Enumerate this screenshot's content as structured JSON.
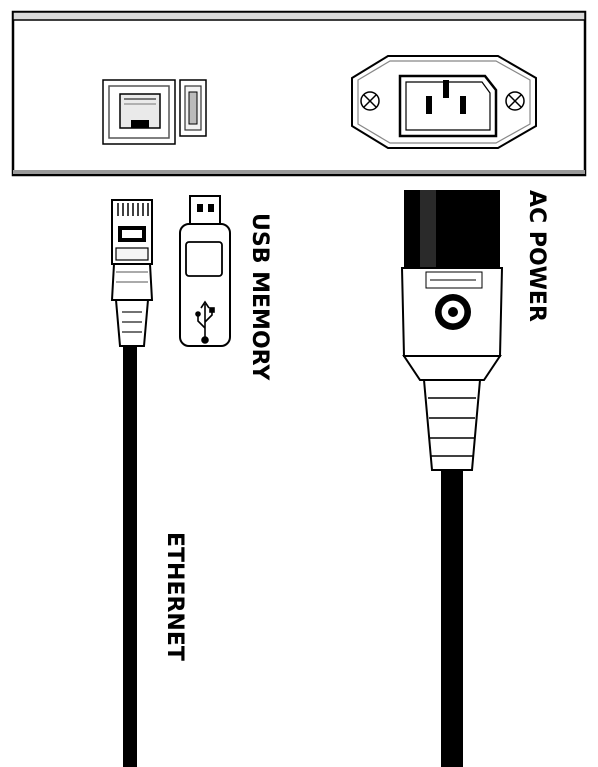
{
  "labels": {
    "usb_memory": "USB MEMORY",
    "ac_power": "AC POWER",
    "ethernet": "ETHERNET"
  },
  "icons": [
    "rj45-port-icon",
    "usb-port-icon",
    "iec-c14-inlet-icon",
    "usb-symbol-icon"
  ],
  "colors": {
    "line": "#000000",
    "housing": "#ffffff",
    "shadow": "#cfcfcf"
  }
}
